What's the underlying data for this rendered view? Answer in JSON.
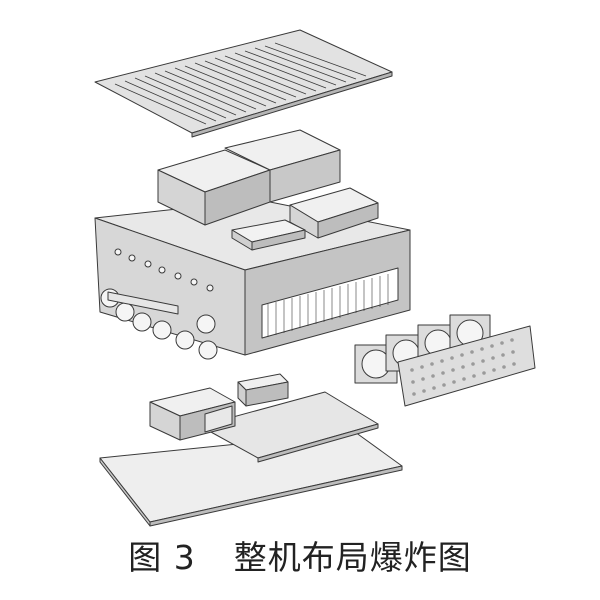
{
  "figure": {
    "caption_number": "图 3",
    "caption_title": "整机布局爆炸图",
    "parts": [
      "top-grille-cover",
      "electronic-module-boxes",
      "small-label-module",
      "main-chassis",
      "front-connectors",
      "side-heatsink-window",
      "cooling-fans",
      "perforated-fan-cover-plate",
      "power-module",
      "bottom-circuit-board",
      "bottom-cover-plate"
    ],
    "colors": {
      "line": "#3a3a3a",
      "face_light": "#f2f2f2",
      "face_mid": "#d9d9d9",
      "face_dark": "#b7b7b7",
      "background": "#ffffff"
    }
  }
}
